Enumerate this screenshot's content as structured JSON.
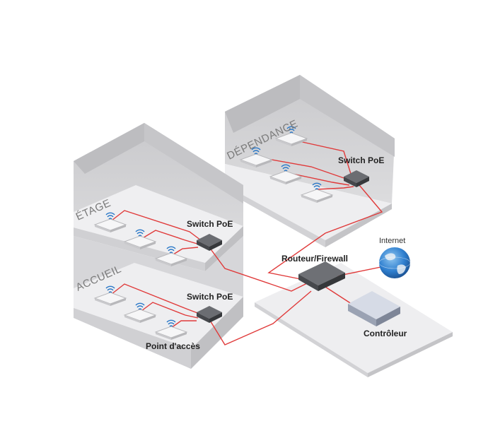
{
  "labels": {
    "dependance": "DÉPENDANCE",
    "etage": "ÉTAGE",
    "accueil": "ACCUEIL",
    "switch_dependance": "Switch PoE",
    "switch_etage": "Switch PoE",
    "switch_accueil": "Switch PoE",
    "router": "Routeur/Firewall",
    "internet": "Internet",
    "controller": "Contrôleur",
    "access_point": "Point d'accès"
  },
  "colors": {
    "cable": "#e03a3a",
    "wall": "#cfcfd1",
    "wall_dark": "#bdbdc0",
    "floor": "#ececee",
    "device": "#55575c"
  },
  "icons": {
    "access_point": "wifi-access-point-icon",
    "switch": "poe-switch-icon",
    "router": "router-icon",
    "globe": "globe-icon",
    "controller": "controller-icon"
  }
}
